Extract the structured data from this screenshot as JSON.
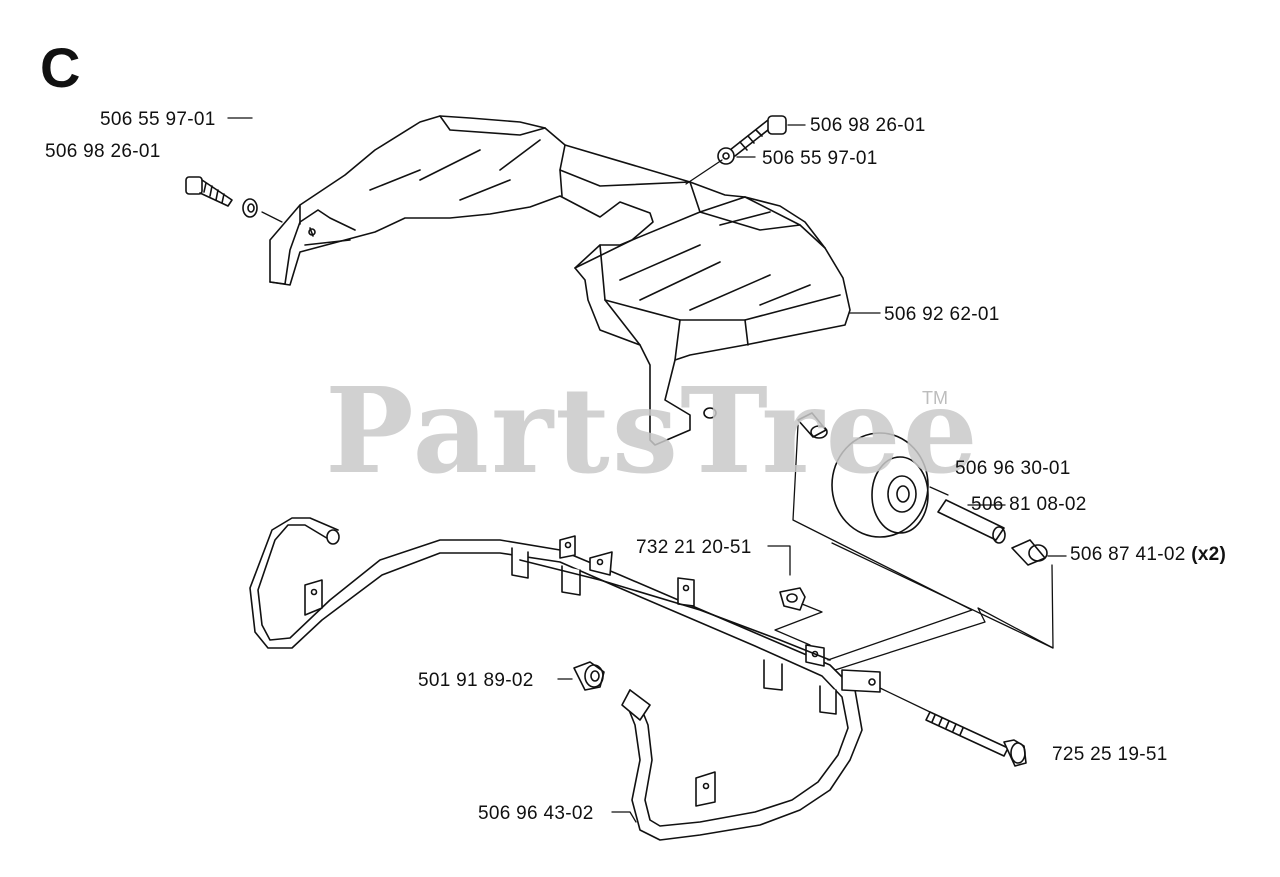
{
  "diagram": {
    "section_letter": "C",
    "watermark": "PartsTree",
    "watermark_mark": "TM",
    "labels": {
      "washer_left": "506 55 97-01",
      "screw_left": "506 98 26-01",
      "screw_right": "506 98 26-01",
      "washer_right": "506 55 97-01",
      "cover": "506 92 62-01",
      "wheel": "506 96 30-01",
      "axle_tube": "506 81 08-02",
      "bushing": "506 87 41-02",
      "bushing_qty": "(x2)",
      "nut": "732 21 20-51",
      "spacer": "501 91 89-02",
      "bolt": "725 25 19-51",
      "frame": "506 96 43-02"
    }
  }
}
